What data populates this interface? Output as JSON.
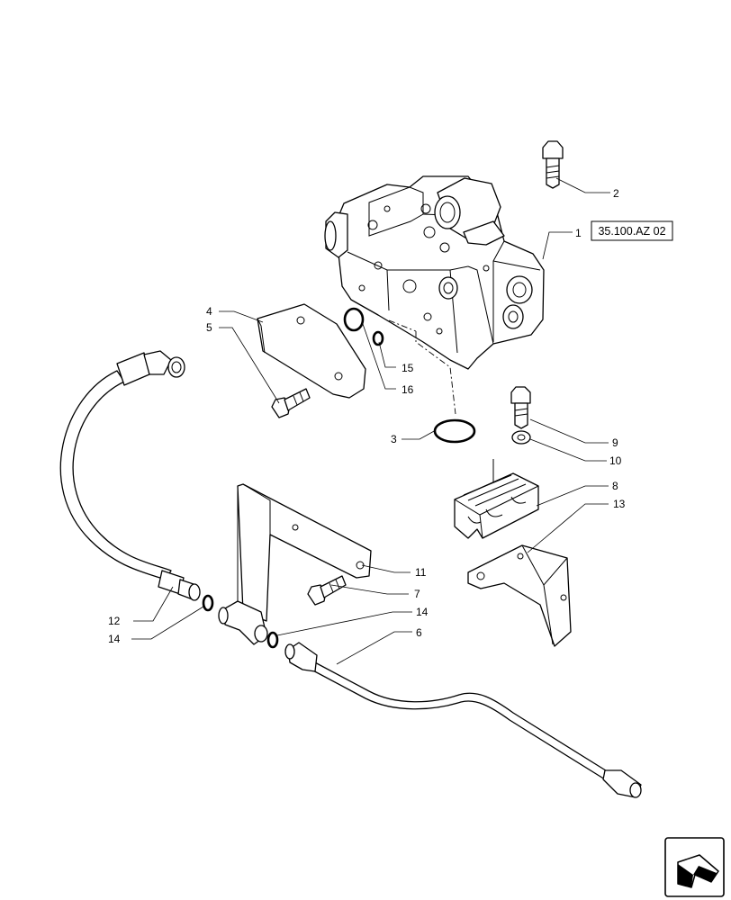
{
  "reference": {
    "label": "35.100.AZ 02"
  },
  "callouts": [
    {
      "id": "c1",
      "label": "1"
    },
    {
      "id": "c2",
      "label": "2"
    },
    {
      "id": "c3",
      "label": "3"
    },
    {
      "id": "c4",
      "label": "4"
    },
    {
      "id": "c5",
      "label": "5"
    },
    {
      "id": "c6",
      "label": "6"
    },
    {
      "id": "c7",
      "label": "7"
    },
    {
      "id": "c8",
      "label": "8"
    },
    {
      "id": "c9",
      "label": "9"
    },
    {
      "id": "c10",
      "label": "10"
    },
    {
      "id": "c11",
      "label": "11"
    },
    {
      "id": "c12",
      "label": "12"
    },
    {
      "id": "c13",
      "label": "13"
    },
    {
      "id": "c14a",
      "label": "14"
    },
    {
      "id": "c14b",
      "label": "14"
    },
    {
      "id": "c15",
      "label": "15"
    },
    {
      "id": "c16",
      "label": "16"
    }
  ],
  "nav": {
    "icon": "arrow-icon"
  }
}
